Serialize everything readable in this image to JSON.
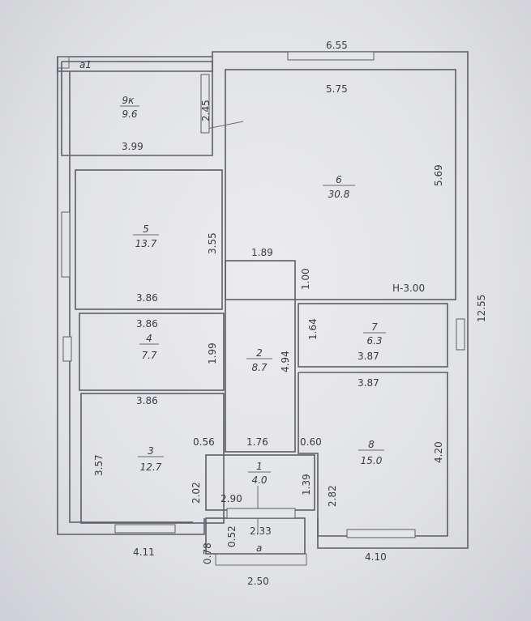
{
  "rooms": [
    {
      "num": "9к",
      "area": "9.6"
    },
    {
      "num": "6",
      "area": "30.8"
    },
    {
      "num": "5",
      "area": "13.7"
    },
    {
      "num": "4",
      "area": "7.7"
    },
    {
      "num": "2",
      "area": "8.7"
    },
    {
      "num": "7",
      "area": "6.3"
    },
    {
      "num": "3",
      "area": "12.7"
    },
    {
      "num": "8",
      "area": "15.0"
    },
    {
      "num": "1",
      "area": "4.0"
    }
  ],
  "labels": {
    "a1": "a1",
    "a": "a",
    "height": "H-3.00"
  },
  "dims": {
    "top_total": "6.55",
    "room6_top": "5.75",
    "room9_h": "2.45",
    "room9_w": "3.99",
    "room6_h": "5.69",
    "room5_h": "3.55",
    "corr_top": "1.89",
    "room7_off": "1.00",
    "room5_w": "3.86",
    "right_total": "12.55",
    "room4_w_top": "3.86",
    "room7_h": "1.64",
    "room2_h": "4.94",
    "room4_h": "1.99",
    "room7_w": "3.87",
    "room8_w": "3.87",
    "room3_w": "3.86",
    "room3_h": "3.57",
    "gap_left": "0.56",
    "room2_w": "1.76",
    "gap_right": "0.60",
    "room8_h": "4.20",
    "room1_lh": "2.02",
    "room1_rh": "1.39",
    "room8_lh": "2.82",
    "room1_w": "2.90",
    "porch_h": "0.52",
    "porch_w": "2.33",
    "porch_d": "0.78",
    "bottom_left": "4.11",
    "bottom_right": "4.10",
    "porch_total": "2.50"
  }
}
